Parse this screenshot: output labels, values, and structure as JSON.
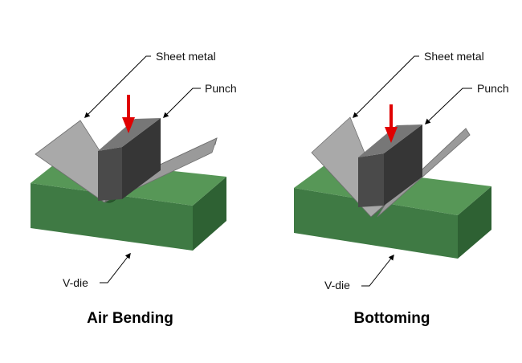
{
  "left": {
    "caption": "Air Bending",
    "label_sheet": "Sheet metal",
    "label_punch": "Punch",
    "label_die": "V-die"
  },
  "right": {
    "caption": "Bottoming",
    "label_sheet": "Sheet metal",
    "label_punch": "Punch",
    "label_die": "V-die"
  },
  "colors": {
    "die_front": "#3f7a44",
    "die_top": "#579757",
    "die_side": "#2e6133",
    "punch_front": "#4a4a4a",
    "punch_top": "#777777",
    "punch_side": "#363636",
    "sheet_light": "#a9a9a9",
    "sheet_dark": "#808080",
    "arrow": "#e00000"
  },
  "icons": {
    "force_arrow": "down-arrow-icon"
  }
}
